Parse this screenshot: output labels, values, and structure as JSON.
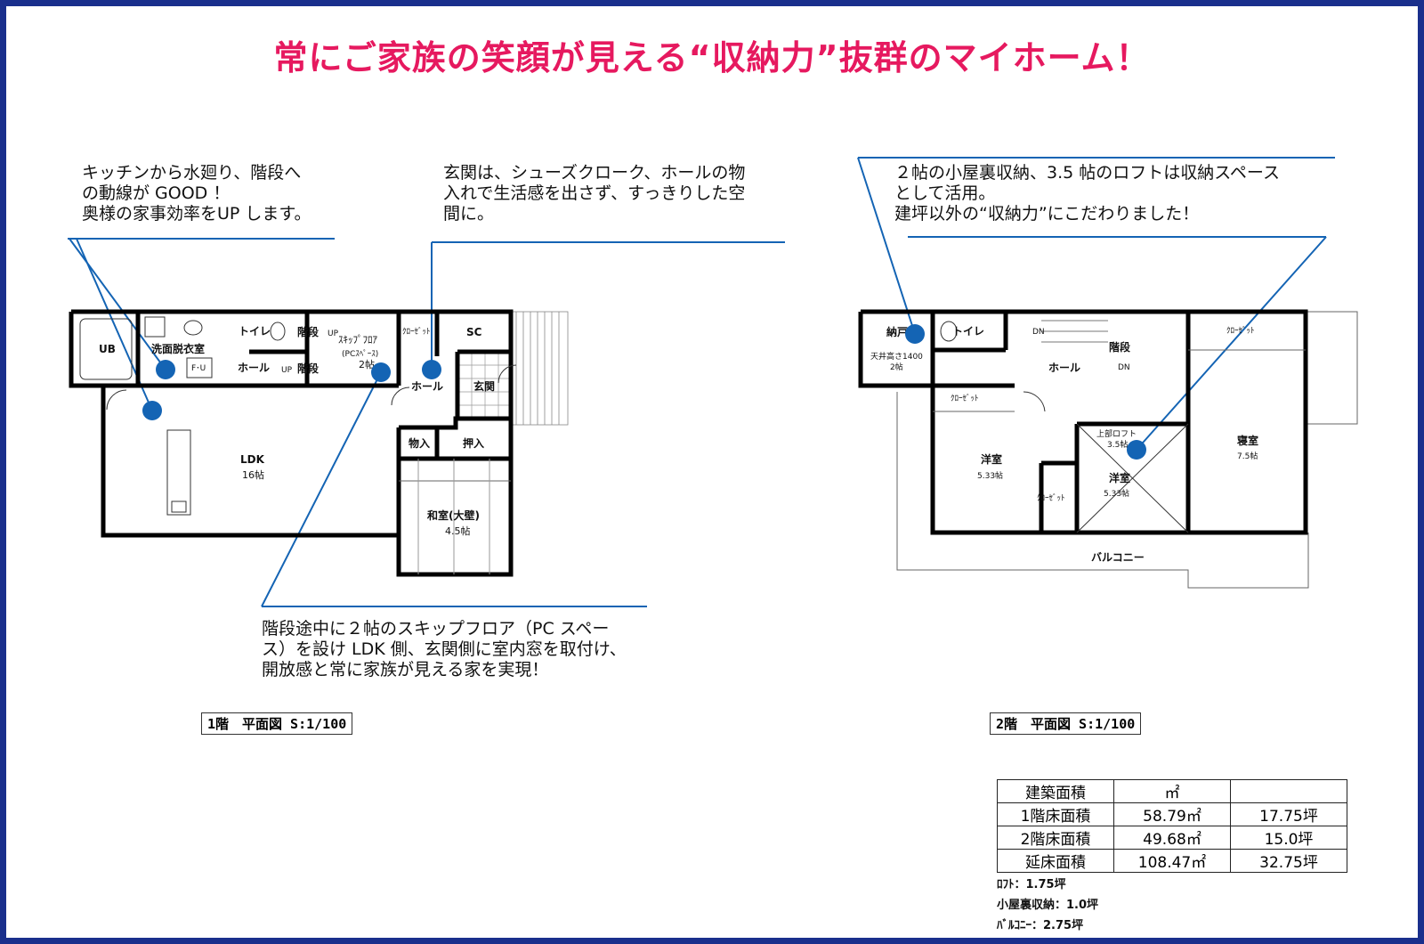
{
  "title": "常にご家族の笑顔が見える“収納力”抜群のマイホーム！",
  "notes": {
    "kitchen": [
      "キッチンから水廻り、階段へ",
      "の動線が GOOD ！",
      "奥様の家事効率をUP します。"
    ],
    "entrance": [
      "玄関は、シューズクローク、ホールの物",
      "入れで生活感を出さず、すっきりした空",
      "間に。"
    ],
    "skip": [
      "階段途中に２帖のスキップフロア（PC スペー",
      "ス）を設け LDK 側、玄関側に室内窓を取付け、",
      "開放感と常に家族が見える家を実現！"
    ],
    "storage": [
      "２帖の小屋裏収納、3.5 帖のロフトは収納スペース",
      "として活用。",
      "建坪以外の“収納力”にこだわりました！"
    ]
  },
  "floor1": {
    "scale_label": "1階　平面図 S:1/100",
    "rooms": {
      "ub": "UB",
      "washroom": "洗面脱衣室",
      "toilet": "トイレ",
      "stairs": "階段",
      "stairs2": "階段",
      "hall_small": "ホール",
      "up": "UP",
      "up2": "UP",
      "skip_floor": "ｽｷｯﾌﾟﾌﾛｱ",
      "skip_pc": "(PCｽﾍﾟｰｽ)",
      "skip_size": "2帖",
      "closet": "ｸﾛｰｾﾞｯﾄ",
      "sc": "SC",
      "hall": "ホール",
      "entrance": "玄関",
      "fu": "F･U",
      "ldk": "LDK",
      "ldk_size": "16帖",
      "storage": "物入",
      "oshiire": "押入",
      "washitsu": "和室(大壁)",
      "washitsu_size": "4.5帖"
    }
  },
  "floor2": {
    "scale_label": "2階　平面図 S:1/100",
    "rooms": {
      "nando": "納戸",
      "nando_height": "天井高さ1400",
      "nando_size": "2帖",
      "toilet": "トイレ",
      "dn": "DN",
      "dn2": "DN",
      "stairs": "階段",
      "hall": "ホール",
      "closet_a": "ｸﾛｰｾﾞｯﾄ",
      "closet_b": "ｸﾛｰｾﾞｯﾄ",
      "closet_c": "ｸﾛｰｾﾞｯﾄ",
      "yoshitsu1": "洋室",
      "yoshitsu1_size": "5.33帖",
      "loft": "上部ロフト",
      "loft_size": "3.5帖",
      "yoshitsu2": "洋室",
      "yoshitsu2_size": "5.33帖",
      "bedroom": "寝室",
      "bedroom_size": "7.5帖",
      "balcony": "バルコニー"
    }
  },
  "area_table": {
    "header": [
      "建築面積",
      "㎡",
      ""
    ],
    "rows": [
      {
        "label": "1階床面積",
        "sqm": "58.79㎡",
        "tsubo": "17.75坪"
      },
      {
        "label": "2階床面積",
        "sqm": "49.68㎡",
        "tsubo": "15.0坪"
      },
      {
        "label": "延床面積",
        "sqm": "108.47㎡",
        "tsubo": "32.75坪"
      }
    ]
  },
  "extras": [
    "ﾛﾌﾄ：1.75坪",
    "小屋裏収納：1.0坪",
    "ﾊﾞﾙｺﾆｰ：2.75坪"
  ],
  "colors": {
    "frame": "#1a2f8c",
    "title": "#e6195f",
    "marker": "#1464b4",
    "wall": "#000000"
  }
}
